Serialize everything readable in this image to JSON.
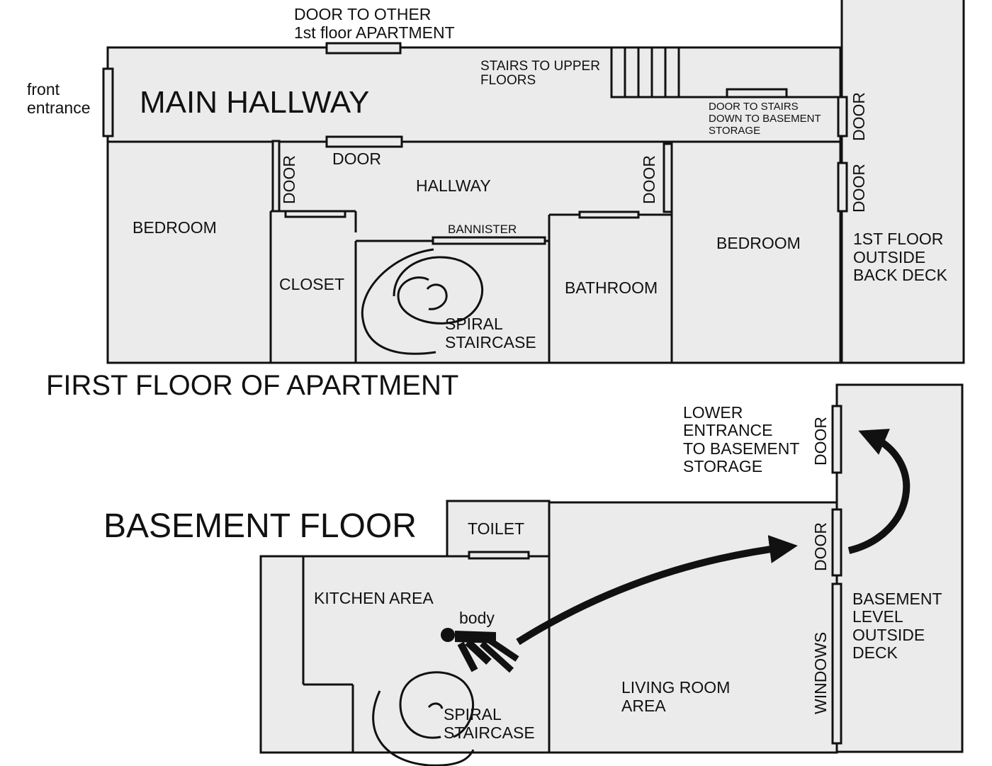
{
  "first_floor": {
    "title": "FIRST FLOOR OF APARTMENT",
    "main_hallway": "MAIN HALLWAY",
    "front_entrance": [
      "front",
      "entrance"
    ],
    "door_to_other_apartment": [
      "DOOR TO OTHER",
      "1st floor APARTMENT"
    ],
    "stairs_to_upper_floors": [
      "STAIRS TO UPPER",
      "FLOORS"
    ],
    "door_to_basement_stairs": [
      "DOOR TO STAIRS",
      "DOWN TO BASEMENT",
      "STORAGE"
    ],
    "hallway": "HALLWAY",
    "door_label": "DOOR",
    "bedroom_left": "BEDROOM",
    "bedroom_right": "BEDROOM",
    "closet": "CLOSET",
    "bannister": "BANNISTER",
    "spiral_staircase": [
      "SPIRAL",
      "STAIRCASE"
    ],
    "bathroom": "BATHROOM",
    "back_deck": [
      "1ST FLOOR",
      "OUTSIDE",
      "BACK DECK"
    ]
  },
  "basement": {
    "title": "BASEMENT FLOOR",
    "toilet": "TOILET",
    "kitchen": "KITCHEN AREA",
    "body": "body",
    "spiral_staircase": [
      "SPIRAL",
      "STAIRCASE"
    ],
    "living_room": [
      "LIVING ROOM",
      "AREA"
    ],
    "door_label": "DOOR",
    "windows": "WINDOWS",
    "lower_entrance": [
      "LOWER",
      "ENTRANCE",
      "TO BASEMENT",
      "STORAGE"
    ],
    "outside_deck": [
      "BASEMENT",
      "LEVEL",
      "OUTSIDE",
      "DECK"
    ]
  },
  "colors": {
    "room_fill": "#ebebeb",
    "line": "#111111",
    "background": "#ffffff"
  }
}
